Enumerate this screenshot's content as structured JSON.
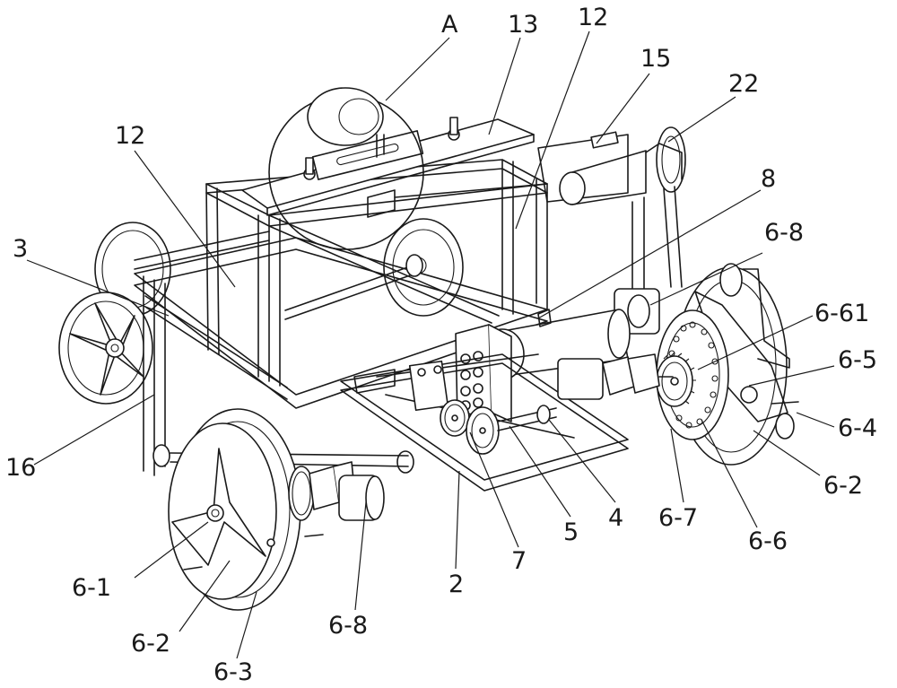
{
  "labels": [
    {
      "id": "A",
      "text": "A"
    },
    {
      "id": "n13",
      "text": "13"
    },
    {
      "id": "n12_top",
      "text": "12"
    },
    {
      "id": "n15",
      "text": "15"
    },
    {
      "id": "n22",
      "text": "22"
    },
    {
      "id": "n12_left",
      "text": "12"
    },
    {
      "id": "n8",
      "text": "8"
    },
    {
      "id": "n3",
      "text": "3"
    },
    {
      "id": "n6_8_right",
      "text": "6-8"
    },
    {
      "id": "n6_61",
      "text": "6-61"
    },
    {
      "id": "n6_5",
      "text": "6-5"
    },
    {
      "id": "n6_4",
      "text": "6-4"
    },
    {
      "id": "n16",
      "text": "16"
    },
    {
      "id": "n6_2_right",
      "text": "6-2"
    },
    {
      "id": "n6_7",
      "text": "6-7"
    },
    {
      "id": "n6_6",
      "text": "6-6"
    },
    {
      "id": "n4",
      "text": "4"
    },
    {
      "id": "n5",
      "text": "5"
    },
    {
      "id": "n7",
      "text": "7"
    },
    {
      "id": "n2",
      "text": "2"
    },
    {
      "id": "n6_1",
      "text": "6-1"
    },
    {
      "id": "n6_2_left",
      "text": "6-2"
    },
    {
      "id": "n6_8_bottom",
      "text": "6-8"
    },
    {
      "id": "n6_3",
      "text": "6-3"
    }
  ]
}
